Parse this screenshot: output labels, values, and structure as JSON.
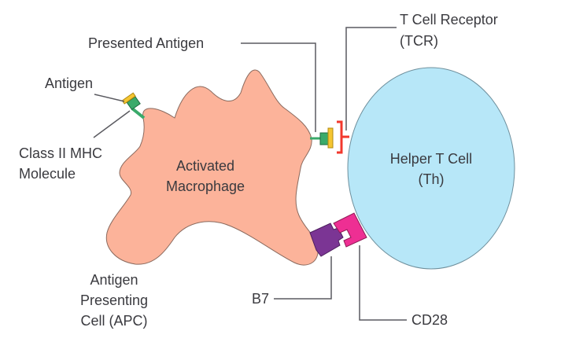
{
  "labels": {
    "presented_antigen": "Presented Antigen",
    "tcr_line1": "T Cell Receptor",
    "tcr_line2": "(TCR)",
    "antigen": "Antigen",
    "mhc_line1": "Class II MHC",
    "mhc_line2": "Molecule",
    "macrophage_line1": "Activated",
    "macrophage_line2": "Macrophage",
    "th_line1": "Helper T Cell",
    "th_line2": "(Th)",
    "apc_line1": "Antigen",
    "apc_line2": "Presenting",
    "apc_line3": "Cell (APC)",
    "b7": "B7",
    "cd28": "CD28"
  },
  "colors": {
    "macrophage": "#fcb39a",
    "t_cell": "#b7e7f8",
    "mhc": "#3aaa6a",
    "antigen": "#f5c531",
    "tcr": "#f2382c",
    "b7": "#7b3594",
    "cd28": "#ee2f93",
    "leader": "#5a5a60"
  }
}
